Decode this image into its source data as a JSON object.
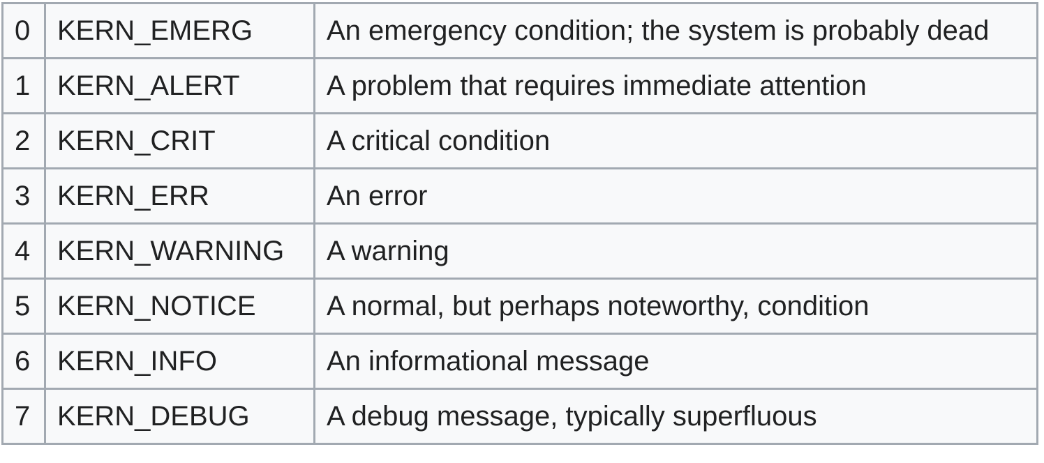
{
  "table": {
    "rows": [
      {
        "level": "0",
        "name": "KERN_EMERG",
        "description": "An emergency condition; the system is probably dead"
      },
      {
        "level": "1",
        "name": "KERN_ALERT",
        "description": "A problem that requires immediate attention"
      },
      {
        "level": "2",
        "name": "KERN_CRIT",
        "description": "A critical condition"
      },
      {
        "level": "3",
        "name": "KERN_ERR",
        "description": "An error"
      },
      {
        "level": "4",
        "name": "KERN_WARNING",
        "description": "A warning"
      },
      {
        "level": "5",
        "name": "KERN_NOTICE",
        "description": "A normal, but perhaps noteworthy, condition"
      },
      {
        "level": "6",
        "name": "KERN_INFO",
        "description": "An informational message"
      },
      {
        "level": "7",
        "name": "KERN_DEBUG",
        "description": "A debug message, typically superfluous"
      }
    ]
  }
}
